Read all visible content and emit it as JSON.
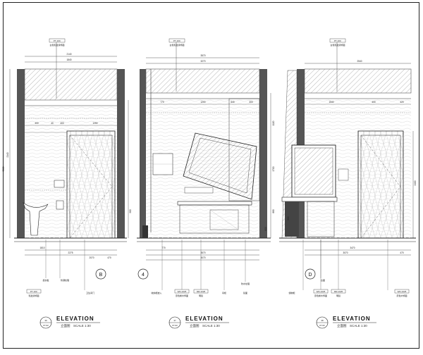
{
  "sheet": {
    "elevations": [
      {
        "id": "elev-b",
        "section_mark": "B",
        "callout_num": "39",
        "callout_sheet": "07-02",
        "title": "ELEVATION",
        "subtitle": "立面图",
        "scale": "SCALE 1:30",
        "top_tag_code": "PT-10C",
        "top_tag_desc": "白色乳胶漆饰面",
        "top_dims": [
          "2140",
          "1840"
        ],
        "mid_dims": [
          "400",
          "40",
          "400",
          "1250"
        ],
        "height_dims": [
          "2140",
          "3000",
          "960"
        ],
        "bottom_dims": [
          "1810",
          "2275",
          "2070",
          "470"
        ],
        "bottom_tags": [
          {
            "code": "PT-10C",
            "desc": "乳胶漆饰面"
          },
          {
            "code": "",
            "desc": "卫生间门"
          }
        ],
        "notes": [
          "挂衣板",
          "防潮处理"
        ]
      },
      {
        "id": "elev-4",
        "section_mark": "4",
        "callout_num": "37",
        "callout_sheet": "07-02",
        "title": "ELEVATION",
        "subtitle": "立面图",
        "scale": "SCALE 1:30",
        "top_tag_code": "PT-10C",
        "top_tag_desc": "白色乳胶漆饰面",
        "top_dims": [
          "3570",
          "3270"
        ],
        "mid_dims": [
          "770",
          "1200",
          "640",
          "300"
        ],
        "height_dims": [
          "1120",
          "1700",
          "880",
          "600"
        ],
        "bottom_dims": [
          "770",
          "3570",
          "3070"
        ],
        "bottom_tags": [
          {
            "code": "",
            "desc": "收纳柜嵌入"
          },
          {
            "code": "WD-1025",
            "desc": "原色橡木饰面"
          },
          {
            "code": "MR-1025",
            "desc": "明镜"
          },
          {
            "code": "",
            "desc": "吊柜"
          }
        ],
        "notes": [
          "防水处理",
          "镜面"
        ]
      },
      {
        "id": "elev-d",
        "section_mark": "D",
        "callout_num": "38",
        "callout_sheet": "07-02",
        "title": "ELEVATION",
        "subtitle": "立面图",
        "scale": "SCALE 1:30",
        "top_tag_code": "PT-10C",
        "top_tag_desc": "白色乳胶漆饰面",
        "top_dims": [
          "2540"
        ],
        "mid_dims": [
          "1540",
          "400",
          "420"
        ],
        "height_dims": [
          "2400",
          "860"
        ],
        "bottom_dims": [
          "3470",
          "3070",
          "470"
        ],
        "bottom_tags": [
          {
            "code": "",
            "desc": "储物柜"
          },
          {
            "code": "WD-1025",
            "desc": "原色橡木饰面"
          },
          {
            "code": "MR-1025",
            "desc": "明镜"
          },
          {
            "code": "WD-1025",
            "desc": "原色木饰面"
          }
        ],
        "notes": [
          "台面"
        ]
      }
    ]
  }
}
